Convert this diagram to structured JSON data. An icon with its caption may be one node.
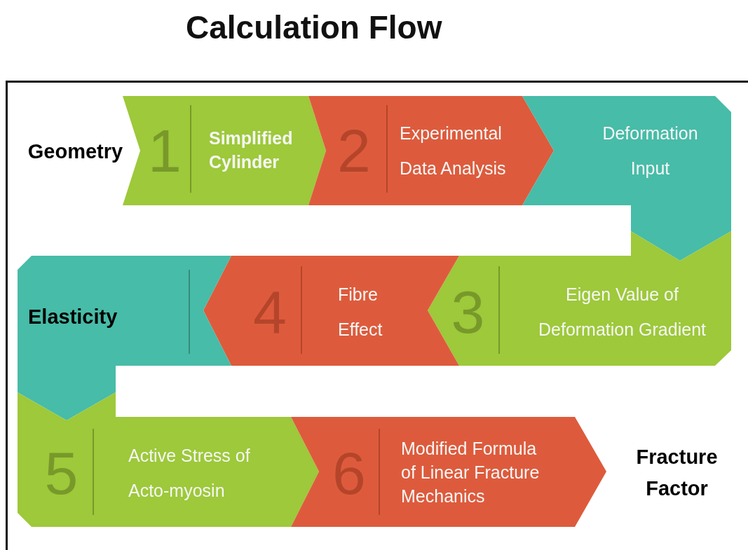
{
  "diagram": {
    "title": "Calculation Flow",
    "nodes": [
      {
        "text": [
          "Geometry"
        ]
      },
      {
        "text": [
          "1",
          "Simplified Cylinder"
        ]
      },
      {
        "text": [
          "2",
          "Experimental Data Analysis"
        ]
      },
      {
        "text": [
          "Deformation Input"
        ]
      },
      {
        "text": [
          "3",
          "Eigen Value of Deformation Gradient"
        ]
      },
      {
        "text": [
          "4",
          "Fibre Effect"
        ]
      },
      {
        "text": [
          "Elasticity"
        ]
      },
      {
        "text": [
          "5",
          "Active Stress of Acto-myosin"
        ]
      },
      {
        "text": [
          "6",
          "Modified Formula of Linear Fracture Mechanics"
        ]
      },
      {
        "text": [
          "Fracture Factor"
        ]
      }
    ]
  }
}
